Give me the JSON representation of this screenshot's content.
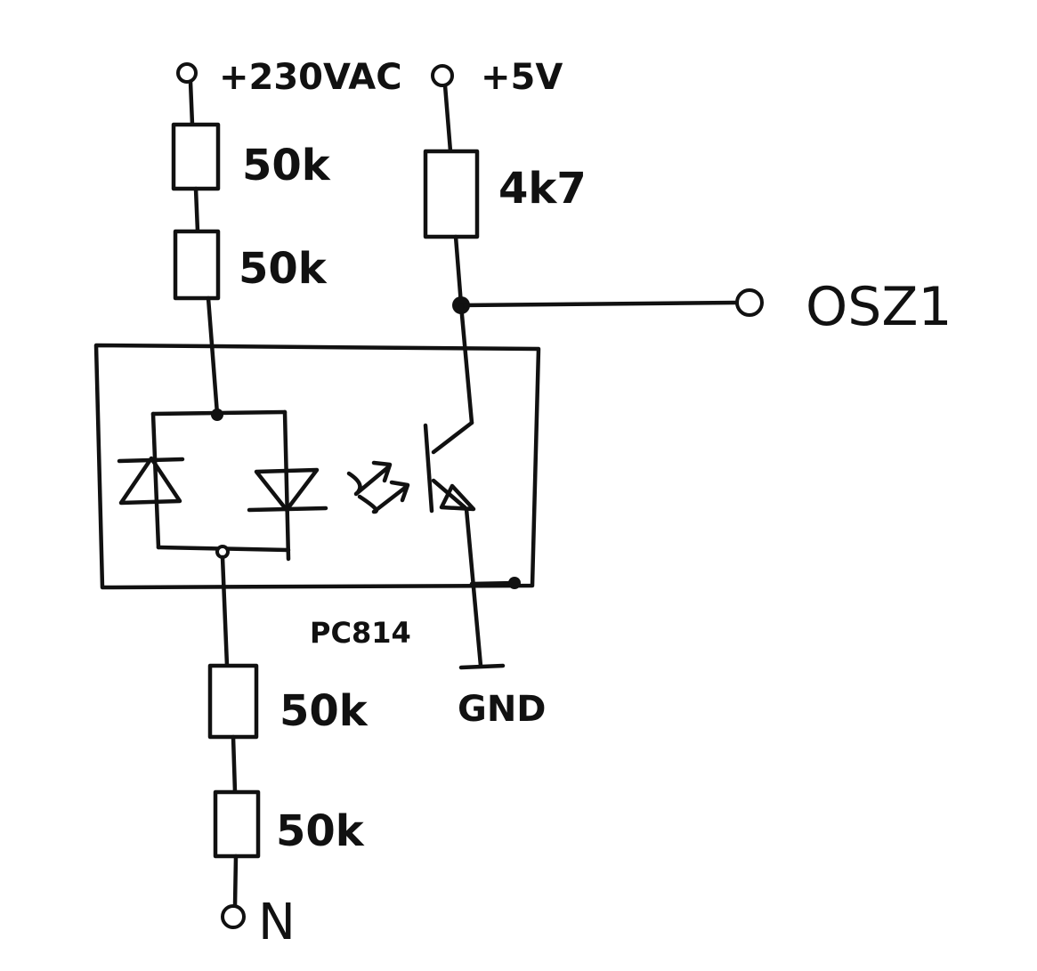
{
  "terminals": {
    "ac_in": "+230VAC",
    "vcc": "+5V",
    "output": "OSZ1",
    "neutral": "N",
    "ground": "GND"
  },
  "resistors": {
    "r1": "50k",
    "r2": "50k",
    "r3": "50k",
    "r4": "50k",
    "pullup": "4k7"
  },
  "ic": {
    "part_number": "PC814"
  }
}
